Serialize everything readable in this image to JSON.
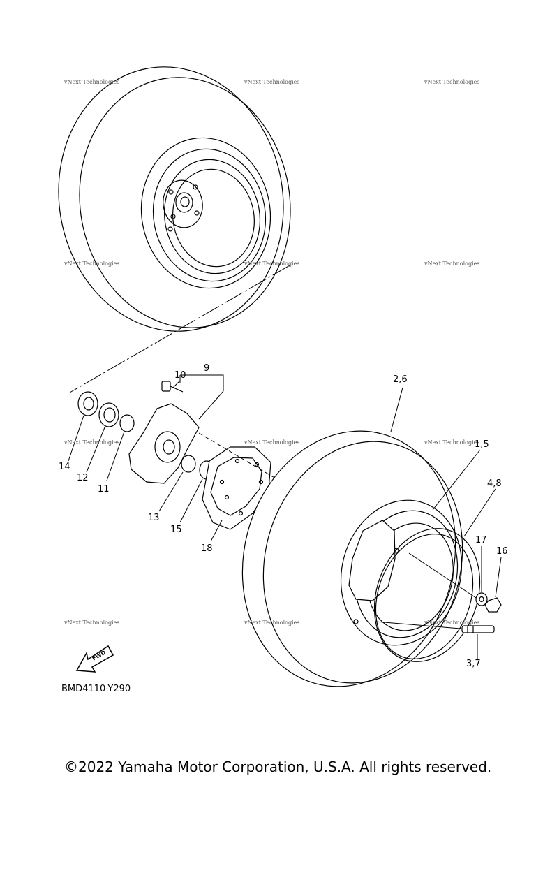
{
  "diagram": {
    "code": "BMD4110-Y290",
    "fwd_label": "FWD",
    "watermark_text": "vNext Technologies",
    "part_labels": {
      "p1_5": "1,5",
      "p2_6": "2,6",
      "p3_7": "3,7",
      "p4_8": "4,8",
      "p9": "9",
      "p10": "10",
      "p11": "11",
      "p12": "12",
      "p13": "13",
      "p14": "14",
      "p15": "15",
      "p16": "16",
      "p17": "17",
      "p18": "18"
    }
  },
  "footer": {
    "copyright": "©2022 Yamaha Motor Corporation, U.S.A. All rights reserved."
  }
}
